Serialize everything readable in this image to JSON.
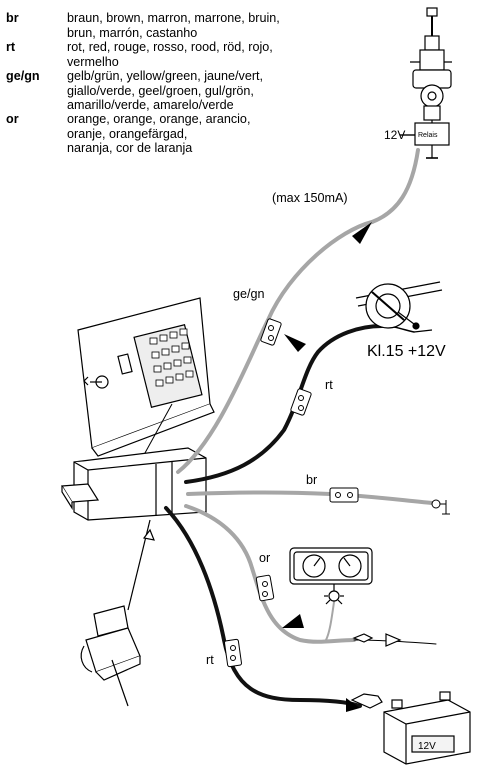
{
  "legend": [
    {
      "code": "br",
      "text": "braun, brown, marron, marrone, bruin,\nbrun, marrón, castanho"
    },
    {
      "code": "rt",
      "text": "rot, red, rouge, rosso, rood, röd, rojo,\nvermelho"
    },
    {
      "code": "ge/gn",
      "text": "gelb/grün, yellow/green, jaune/vert,\ngiallo/verde, geel/groen, gul/grön,\namarillo/verde, amarelo/verde"
    },
    {
      "code": "or",
      "text": "orange, orange, orange, arancio,\noranje, orangefärgad,\nnaranja, cor de laranja"
    }
  ],
  "labels": {
    "antenna_voltage": "12V",
    "relay": "Relais",
    "max_current": "(max 150mA)",
    "wire_gegn": "ge/gn",
    "wire_rt_top": "rt",
    "kl15": "Kl.15 +12V",
    "wire_br": "br",
    "wire_or": "or",
    "wire_rt_bottom": "rt",
    "battery": "12V"
  },
  "colors": {
    "wire_gray": "#a6a6a6",
    "wire_black": "#111111",
    "line": "#000000"
  }
}
